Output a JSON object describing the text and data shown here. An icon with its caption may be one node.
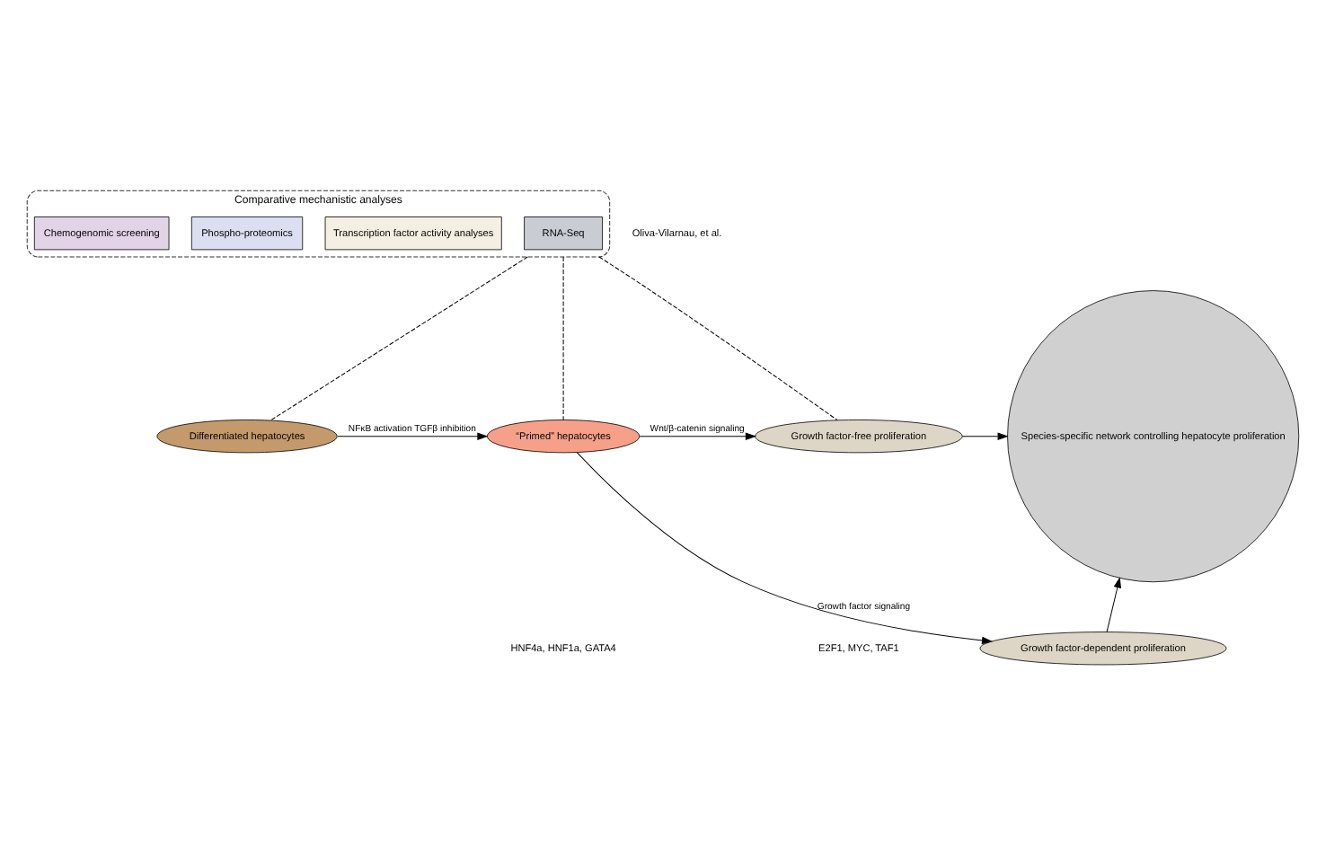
{
  "diagram": {
    "nodes": [
      {
        "text": [
          "Comparative mechanistic analyses"
        ]
      },
      {
        "text": [
          "RNA-Seq"
        ],
        "in": 0
      },
      {
        "text": [
          "Transcription factor activity analyses"
        ],
        "in": 0
      },
      {
        "text": [
          "Phospho-proteomics"
        ],
        "in": 0
      },
      {
        "text": [
          "Chemogenomic screening"
        ],
        "in": 0
      },
      {
        "text": [
          "Differentiated hepatocytes"
        ]
      },
      {
        "text": [
          "“Primed” hepatocytes"
        ]
      },
      {
        "text": [
          "Growth factor-free proliferation"
        ]
      },
      {
        "text": [
          "Growth factor-dependent proliferation"
        ]
      },
      {
        "text": [
          "Species-specific network controlling hepatocyte proliferation"
        ]
      }
    ],
    "edges": [
      {
        "from": 0,
        "to": 5,
        "arrow": "none",
        "style": "dashed"
      },
      {
        "from": 0,
        "to": 6,
        "arrow": "none",
        "style": "dashed"
      },
      {
        "from": 0,
        "to": 7,
        "arrow": "none",
        "style": "dashed"
      },
      {
        "from": 5,
        "to": 6,
        "arrow": "to",
        "label": "NFκB activation TGFβ inhibition"
      },
      {
        "from": 6,
        "to": 7,
        "arrow": "to",
        "label": "Wnt/β-catenin signaling"
      },
      {
        "from": 6,
        "to": 8,
        "arrow": "to",
        "label": "Growth factor signaling"
      },
      {
        "from": 7,
        "to": 9,
        "arrow": "to"
      },
      {
        "from": 8,
        "to": 9,
        "arrow": "to"
      }
    ],
    "labels": [
      "E2F1, MYC, TAF1",
      "HNF4a, HNF1a, GATA4",
      "Oliva-Vilarnau, et al."
    ]
  }
}
